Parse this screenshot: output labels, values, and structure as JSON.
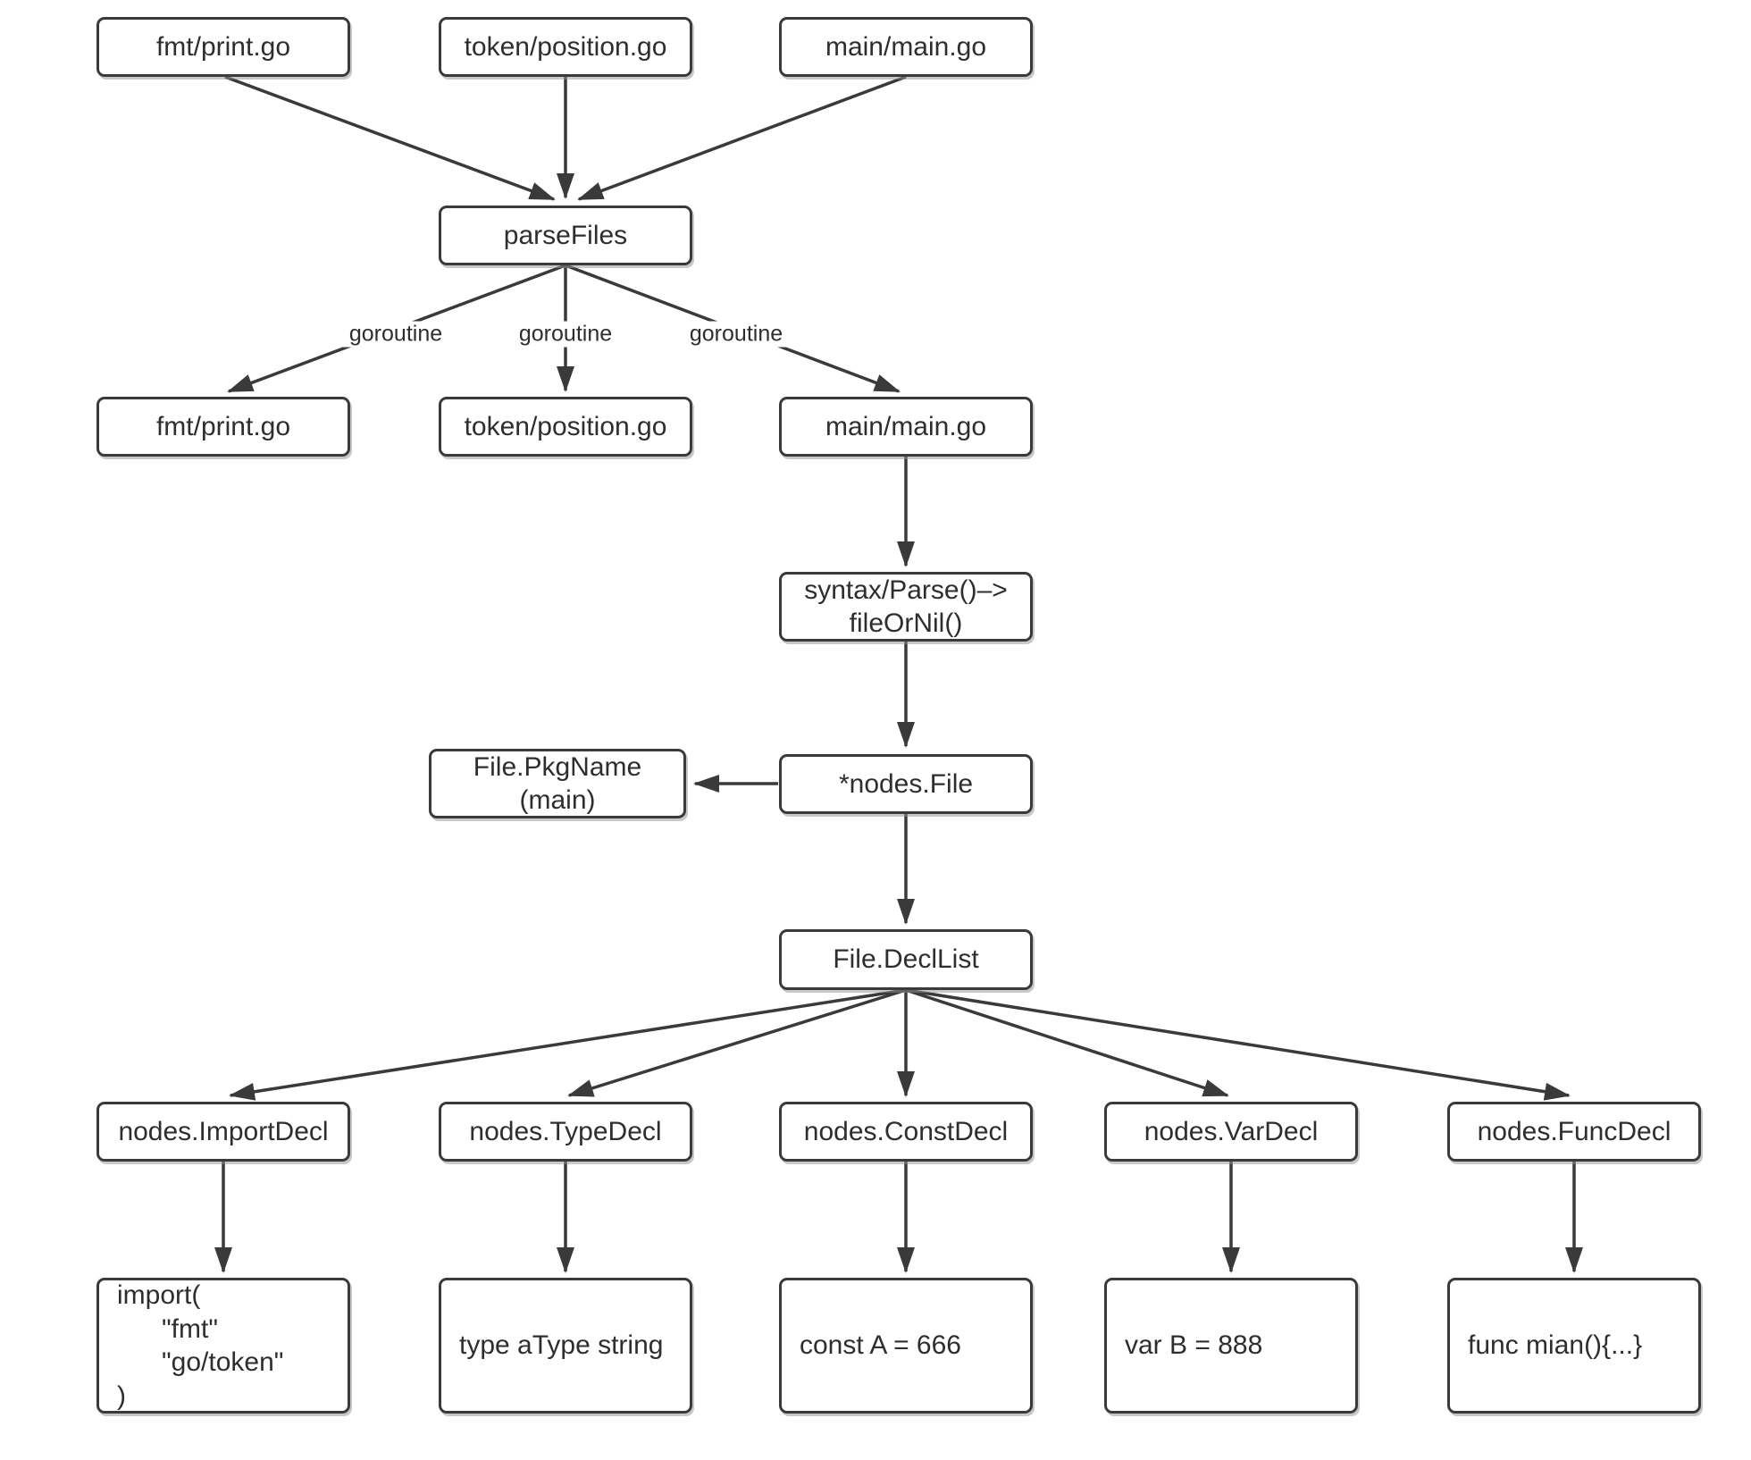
{
  "diagram": {
    "background_color": "#ffffff",
    "stroke_color": "#3a3a3a",
    "text_color": "#2e2e2e",
    "nodes": {
      "top_fmt": {
        "label": "fmt/print.go"
      },
      "top_token": {
        "label": "token/position.go"
      },
      "top_main": {
        "label": "main/main.go"
      },
      "parse_files": {
        "label": "parseFiles"
      },
      "file_fmt": {
        "label": "fmt/print.go"
      },
      "file_token": {
        "label": "token/position.go"
      },
      "file_main": {
        "label": "main/main.go"
      },
      "syntax_parse": {
        "label": "syntax/Parse()–>\nfileOrNil()"
      },
      "file_pkgname": {
        "label": "File.PkgName\n(main)"
      },
      "nodes_file": {
        "label": "*nodes.File"
      },
      "file_decllist": {
        "label": "File.DeclList"
      },
      "import_decl": {
        "label": "nodes.ImportDecl"
      },
      "type_decl": {
        "label": "nodes.TypeDecl"
      },
      "const_decl": {
        "label": "nodes.ConstDecl"
      },
      "var_decl": {
        "label": "nodes.VarDecl"
      },
      "func_decl": {
        "label": "nodes.FuncDecl"
      },
      "import_code": {
        "label": "import(\n      \"fmt\"\n      \"go/token\"\n)"
      },
      "type_code": {
        "label": "type aType string"
      },
      "const_code": {
        "label": "const A = 666"
      },
      "var_code": {
        "label": "var B = 888"
      },
      "func_code": {
        "label": "func mian(){...}"
      }
    },
    "edge_labels": {
      "goroutine_1": "goroutine",
      "goroutine_2": "goroutine",
      "goroutine_3": "goroutine"
    }
  }
}
